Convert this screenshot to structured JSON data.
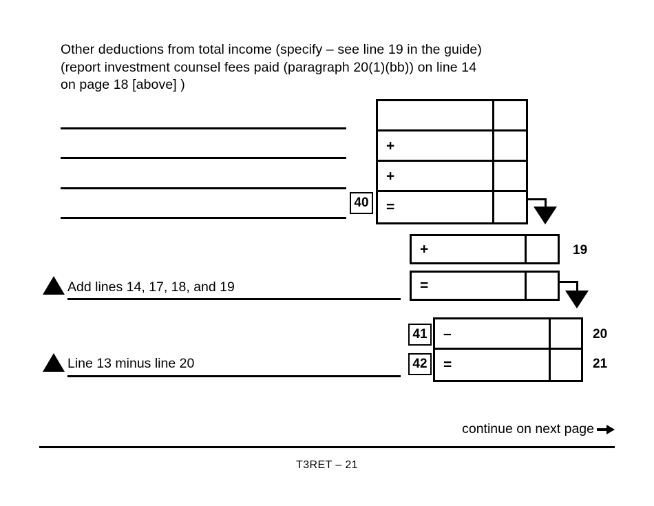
{
  "instructions": {
    "text": "Other deductions from total income (specify – see line 19 in the guide)\n(report investment counsel fees paid (paragraph 20(1)(bb)) on line 14\non page 18 [above] )"
  },
  "other_deductions_table": {
    "tag": "40",
    "rows": [
      {
        "operator": ""
      },
      {
        "operator": "+"
      },
      {
        "operator": "+"
      },
      {
        "operator": "="
      }
    ]
  },
  "write_in_lines": [
    {
      "value": ""
    },
    {
      "value": ""
    },
    {
      "value": ""
    },
    {
      "value": ""
    }
  ],
  "line19": {
    "operator": "+",
    "number": "19"
  },
  "total_deductions": {
    "label": "Add lines 14, 17, 18, and 19",
    "operator": "="
  },
  "subtraction_table": {
    "rows": [
      {
        "tag": "41",
        "operator": "–",
        "number": "20"
      },
      {
        "tag": "42",
        "operator": "=",
        "number": "21"
      }
    ]
  },
  "taxable_income": {
    "label": "Line 13 minus line 20"
  },
  "footer": {
    "continue_text": "continue on next page",
    "form_id": "T3RET – 21"
  }
}
